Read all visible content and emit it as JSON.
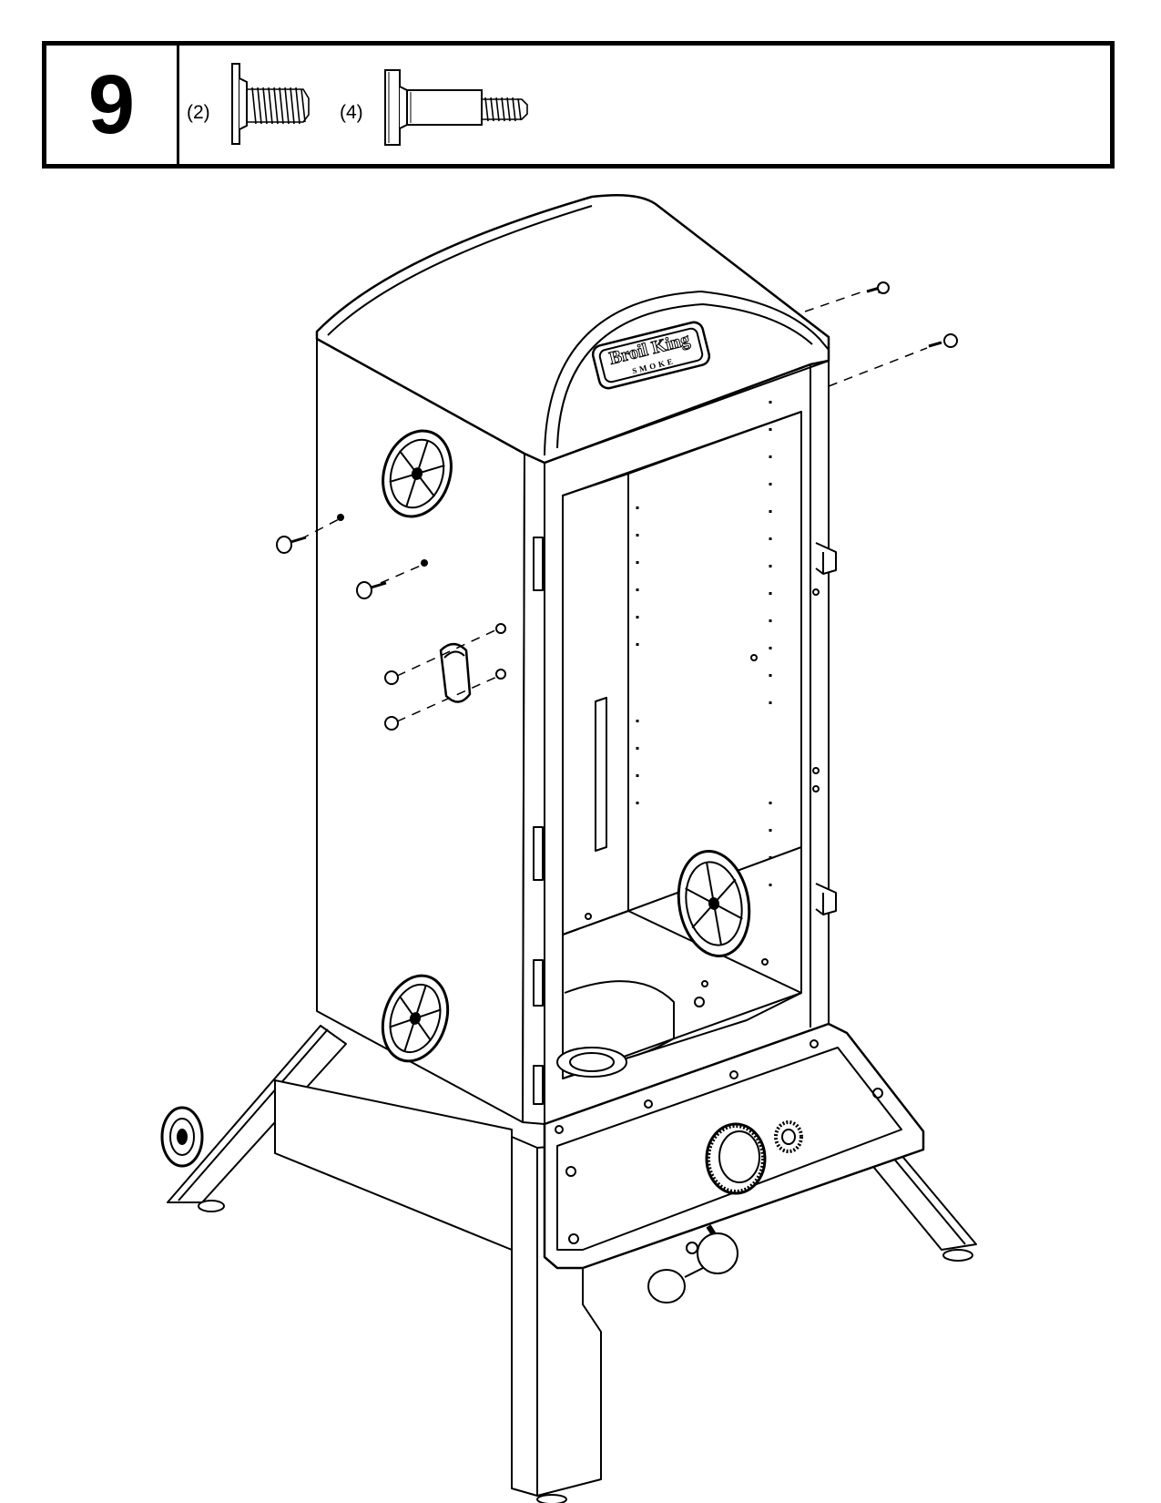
{
  "step": {
    "number": "9"
  },
  "parts": [
    {
      "quantity": "(2)",
      "icon": "short-shoulder-bolt-icon"
    },
    {
      "quantity": "(4)",
      "icon": "long-shoulder-bolt-icon"
    }
  ],
  "logo": {
    "brand": "Broil King",
    "sub": "SMOKE"
  }
}
